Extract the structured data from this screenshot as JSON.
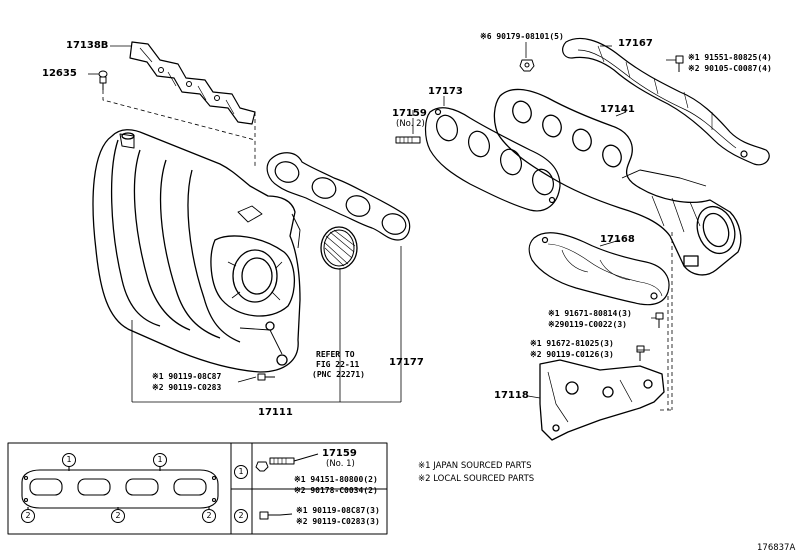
{
  "parts": {
    "p17138B": "17138B",
    "p12635": "12635",
    "p17173": "17173",
    "p17159": "17159",
    "p17159_note": "(No. 2)",
    "p17167": "17167",
    "p17141": "17141",
    "p17168": "17168",
    "p17118": "17118",
    "p17111": "17111",
    "p17177": "17177",
    "refer_line1": "REFER TO",
    "refer_line2": "FIG 22-11",
    "refer_line3": "(PNC 22271)"
  },
  "fasteners": {
    "nut_top": "※6 90179-08101(5)",
    "bolt_17167_a": "※1 91551-80825(4)",
    "bolt_17167_b": "※2 90105-C0087(4)",
    "bolt_17168_a": "※1 91671-80814(3)",
    "bolt_17168_b": "※290119-C0022(3)",
    "bolt_17118_a": "※1 91672-81025(3)",
    "bolt_17118_b": "※2 90119-C0126(3)",
    "bolt_17111_a": "※1 90119-08C87",
    "bolt_17111_b": "※2 90119-C0283"
  },
  "legend_box": {
    "stud_part": "17159",
    "stud_note": "(No. 1)",
    "row1_marker": "1",
    "row1_a": "※1 94151-80800(2)",
    "row1_b": "※2 90178-C0034(2)",
    "row2_marker": "2",
    "row2_a": "※1 90119-08C87(3)",
    "row2_b": "※2 90119-C0283(3)",
    "gasket_markers": [
      "1",
      "1",
      "2",
      "2",
      "2"
    ]
  },
  "notes": {
    "note1": "※1 JAPAN SOURCED PARTS",
    "note2": "※2 LOCAL SOURCED PARTS"
  },
  "figure_id": "176837A"
}
